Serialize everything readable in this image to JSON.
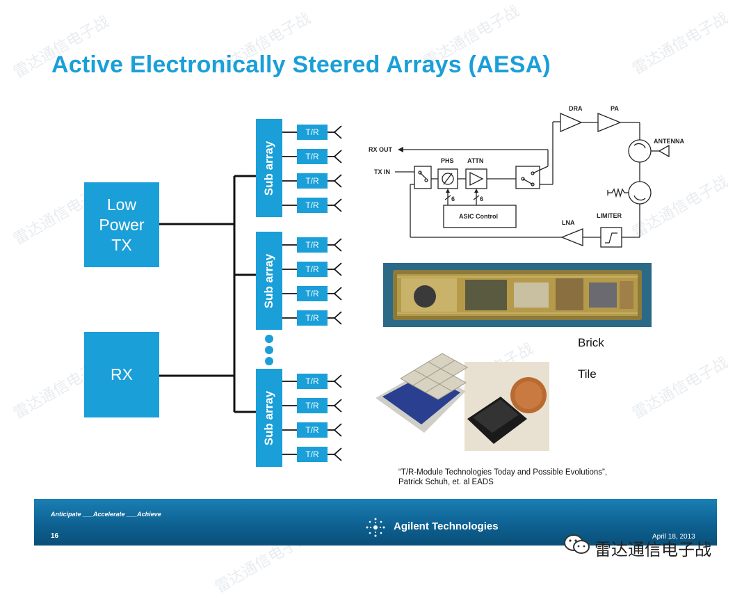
{
  "slide": {
    "title": "Active Electronically Steered Arrays  (AESA)",
    "blocks": {
      "tx": "Low Power TX",
      "rx": "RX"
    },
    "subarray_label": "Sub array",
    "tr_label": "T/R",
    "captions": {
      "brick": "Brick",
      "tile": "Tile"
    },
    "citation_line1": "“T/R-Module Technologies Today and Possible Evolutions”,",
    "citation_line2": "Patrick Schuh, et. al EADS"
  },
  "circuit": {
    "rx_out": "RX OUT",
    "tx_in": "TX IN",
    "phs": "PHS",
    "attn": "ATTN",
    "dra": "DRA",
    "pa": "PA",
    "antenna": "ANTENNA",
    "lna": "LNA",
    "limiter": "LIMITER",
    "asic": "ASIC Control",
    "bits_phs": "6",
    "bits_attn": "6"
  },
  "footer": {
    "tagline": "Anticipate ___Accelerate ___Achieve",
    "page": "16",
    "brand": "Agilent Technologies",
    "date": "April 18, 2013"
  },
  "watermark": {
    "text": "雷达通信电子战"
  },
  "colors": {
    "accent": "#1a9fd8",
    "footer": "#0d5f8f"
  },
  "icons": {
    "antenna": "antenna-icon",
    "brand_logo": "spark-logo-icon",
    "wechat": "wechat-icon"
  }
}
